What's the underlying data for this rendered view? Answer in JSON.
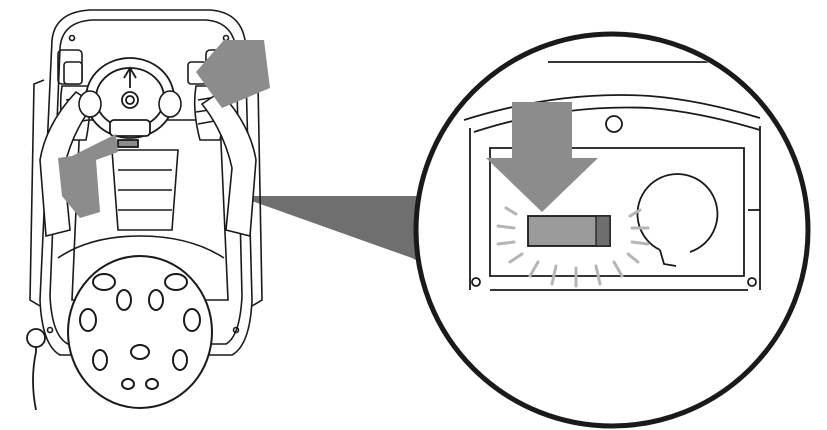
{
  "diagram": {
    "colors": {
      "line": "#1a1a1a",
      "arrow": "#8c8c8c",
      "indicator_fill": "#9b9b9b",
      "indicator_end": "#6e6e6e",
      "glow_rays": "#b5b5b5",
      "callout_beam": "#6f6f6f",
      "background": "#ffffff"
    },
    "components": [
      "kart-body",
      "rider",
      "helmet",
      "steering-wheel",
      "gas-pedal",
      "brake-pedal",
      "battery-indicator",
      "magnifier-callout"
    ]
  }
}
